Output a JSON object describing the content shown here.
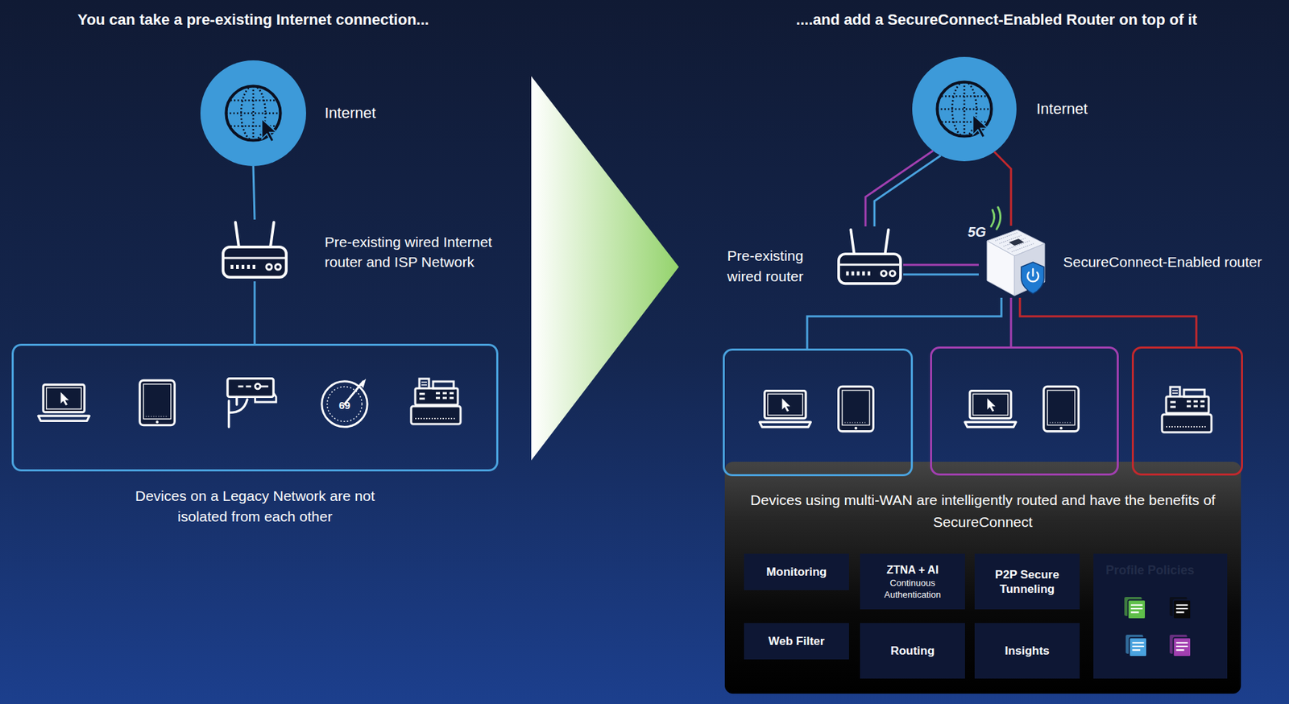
{
  "diagram": {
    "nodes": [
      {
        "text": [
          "Internet"
        ]
      },
      {
        "text": [
          "Pre-existing wired Internet router and ISP Network"
        ]
      },
      {
        "text": [
          "Devices on a Legacy Network are not isolated from each other"
        ]
      },
      {
        "text": [
          "Internet"
        ]
      },
      {
        "text": [
          "Pre-existing wired router"
        ]
      },
      {
        "text": [
          "SecureConnect-Enabled router"
        ]
      },
      {
        "text": []
      },
      {
        "text": []
      },
      {
        "text": []
      },
      {
        "text": [
          "Devices using multi-WAN are intelligently routed and have the benefits of SecureConnect"
        ]
      },
      {
        "text": [
          "Monitoring"
        ],
        "in": 9
      },
      {
        "text": [
          "ZTNA + AI",
          "Continuous Authentication"
        ],
        "in": 9
      },
      {
        "text": [
          "P2P Secure Tunneling"
        ],
        "in": 9
      },
      {
        "text": [
          "Profile Policies"
        ],
        "in": 9
      },
      {
        "text": [
          "Web Filter"
        ],
        "in": 9
      },
      {
        "text": [
          "Routing"
        ],
        "in": 9
      },
      {
        "text": [
          "Insights"
        ],
        "in": 9
      }
    ],
    "edges": [
      {
        "from": 0,
        "to": 1,
        "arrow": "none"
      },
      {
        "from": 1,
        "to": 2,
        "arrow": "none"
      },
      {
        "from": 3,
        "to": 4,
        "arrow": "none"
      },
      {
        "from": 3,
        "to": 4,
        "arrow": "none"
      },
      {
        "from": 3,
        "to": 5,
        "arrow": "none"
      },
      {
        "from": 4,
        "to": 5,
        "arrow": "none"
      },
      {
        "from": 4,
        "to": 5,
        "arrow": "none"
      },
      {
        "from": 5,
        "to": 6,
        "arrow": "none"
      },
      {
        "from": 5,
        "to": 7,
        "arrow": "none"
      },
      {
        "from": 5,
        "to": 8,
        "arrow": "none"
      }
    ],
    "labels": [
      "You can take a pre-existing Internet connection...",
      "....and add a SecureConnect-Enabled Router on top of it",
      "69",
      "5G"
    ]
  }
}
